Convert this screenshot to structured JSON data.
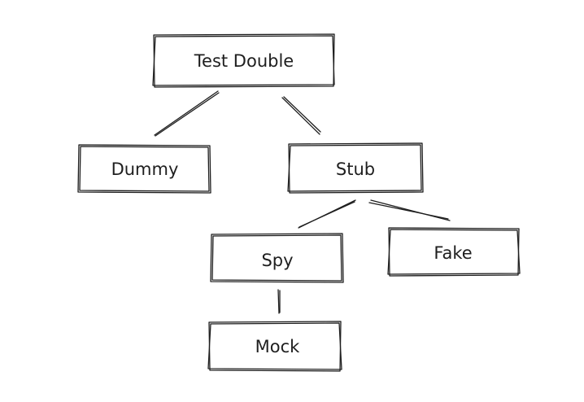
{
  "diagram": {
    "nodes": [
      {
        "id": "test-double",
        "label": "Test Double"
      },
      {
        "id": "dummy",
        "label": "Dummy"
      },
      {
        "id": "stub",
        "label": "Stub"
      },
      {
        "id": "spy",
        "label": "Spy"
      },
      {
        "id": "fake",
        "label": "Fake"
      },
      {
        "id": "mock",
        "label": "Mock"
      }
    ],
    "edges": [
      {
        "from": "test-double",
        "to": "dummy"
      },
      {
        "from": "test-double",
        "to": "stub"
      },
      {
        "from": "stub",
        "to": "spy"
      },
      {
        "from": "stub",
        "to": "fake"
      },
      {
        "from": "spy",
        "to": "mock"
      }
    ],
    "colors": {
      "stroke": "#1e1e1e",
      "background": "#ffffff"
    }
  }
}
